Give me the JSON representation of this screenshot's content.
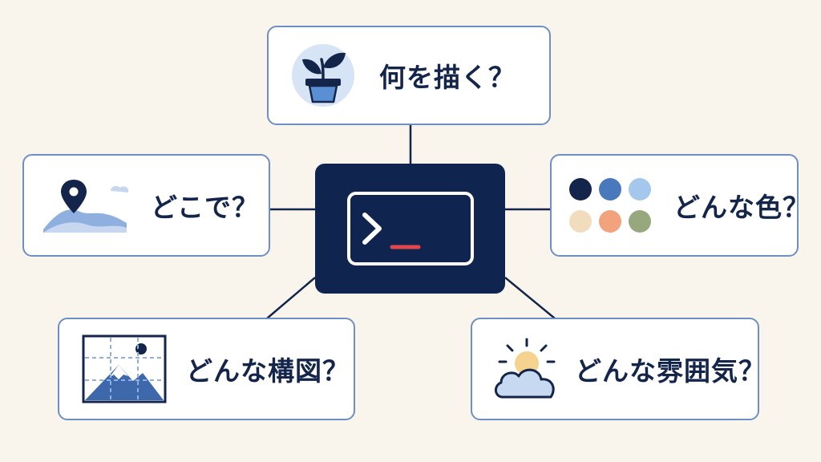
{
  "colors": {
    "background": "#faf5ec",
    "card_border": "#6d8fc4",
    "navy": "#0f2550",
    "label_text": "#13254a",
    "cursor_red": "#e0474c"
  },
  "center": {
    "icon": "terminal-prompt-icon"
  },
  "nodes": {
    "what": {
      "label": "何を描く？",
      "icon": "potted-plant-icon"
    },
    "where": {
      "label": "どこで？",
      "icon": "map-pin-landscape-icon"
    },
    "color": {
      "label": "どんな色？",
      "icon": "color-palette-dots-icon"
    },
    "composition": {
      "label": "どんな構図？",
      "icon": "composition-grid-icon"
    },
    "mood": {
      "label": "どんな雰囲気？",
      "icon": "sun-cloud-icon"
    }
  }
}
